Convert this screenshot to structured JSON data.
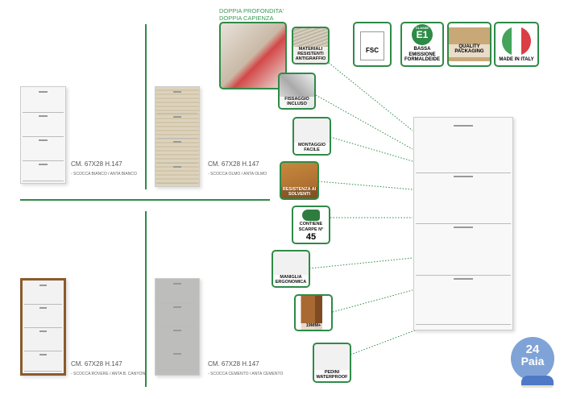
{
  "header": {
    "line1": "DOPPIA PROFONDITA'",
    "line2": "DOPPIA CAPIENZA"
  },
  "variants": [
    {
      "size": "CM. 67X28 H.147",
      "finish": "- SCOCCA BIANCO / ANTA BIANCO",
      "color": "#f4f4f4"
    },
    {
      "size": "CM. 67X28 H.147",
      "finish": "- SCOCCA OLMO / ANTA OLMO",
      "color": "#ddd3bd"
    },
    {
      "size": "CM. 67X28 H.147",
      "finish": "- SCOCCA ROVERE / ANTA B. CANYON",
      "color": "#f2f2f2"
    },
    {
      "size": "CM. 67X28 H.147",
      "finish": "- SCOCCA CEMENTO / ANTA CEMENTO",
      "color": "#bdbdbb"
    }
  ],
  "features": [
    {
      "label": "MATERIALI RESISTENTI ANTIGRAFFIO"
    },
    {
      "label": "FISSAGGIO INCLUSO"
    },
    {
      "label": "MONTAGGIO FACILE"
    },
    {
      "label": "RESISTENZA AI SOLVENTI"
    },
    {
      "label": "CONTIENE SCARPE N°",
      "value": "45"
    },
    {
      "label": "MANIGLIA ERGONOMICA"
    },
    {
      "label": "19MM+"
    },
    {
      "label": "PEDINI WATERPROOF"
    }
  ],
  "badges": [
    {
      "label": "FSC",
      "icon": "fsc-tree-icon"
    },
    {
      "top": "CLASSE",
      "big": "E1",
      "label": "BASSA EMISSIONE FORMALDEIDE"
    },
    {
      "label": "QUALITY PACKAGING",
      "icon": "box-icon"
    },
    {
      "label": "MADE IN ITALY",
      "icon": "italy-flag-icon"
    }
  ],
  "capacity": {
    "number": "24",
    "unit": "Paia"
  },
  "colors": {
    "accent": "#2e8b47",
    "capacity_circle": "#7fa3d6"
  }
}
